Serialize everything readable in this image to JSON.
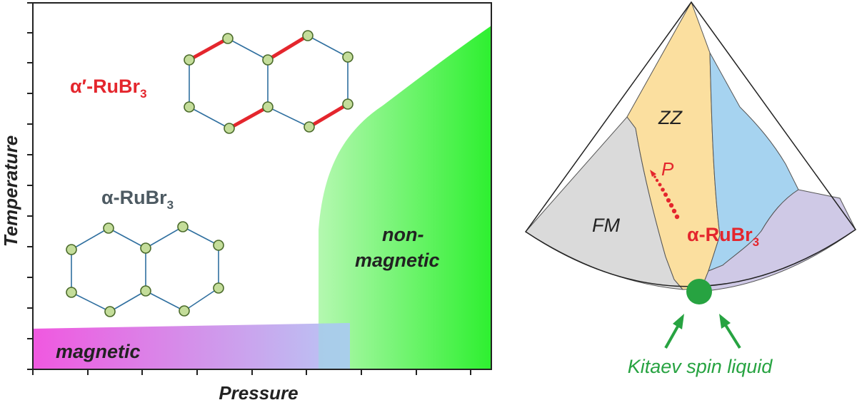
{
  "colors": {
    "bond_red": "#e4262d",
    "bond_blue": "#2f6f9f",
    "atom_fill": "#c4dd9a",
    "atom_stroke": "#4a6a2a",
    "magnetic_start": "#f058e0",
    "magnetic_end": "#b8c8f4",
    "nonmagnetic_start": "#b4f8b0",
    "nonmagnetic_end": "#2ef030",
    "zz_region": "#fbdf9f",
    "blue_region": "#a6d3f0",
    "lavender_region": "#cfc9e6",
    "fm_region": "#dadada",
    "ksl_green": "#27a341",
    "dark_text": "#222222",
    "grey_text": "#4d5a62"
  },
  "left_panel": {
    "y_axis_title": "Temperature",
    "x_axis_title": "Pressure",
    "magnetic_label": "magnetic",
    "nonmagnetic_label_line1": "non-",
    "nonmagnetic_label_line2": "magnetic",
    "alpha_prime": {
      "prefix": "α′-RuBr",
      "subscript": "3"
    },
    "alpha": {
      "prefix": "α-RuBr",
      "subscript": "3"
    }
  },
  "right_panel": {
    "zz_label": "ZZ",
    "fm_label": "FM",
    "pressure_label": "P",
    "compound": {
      "prefix": "α-RuBr",
      "subscript": "3"
    },
    "ksl_label": "Kitaev spin liquid"
  }
}
